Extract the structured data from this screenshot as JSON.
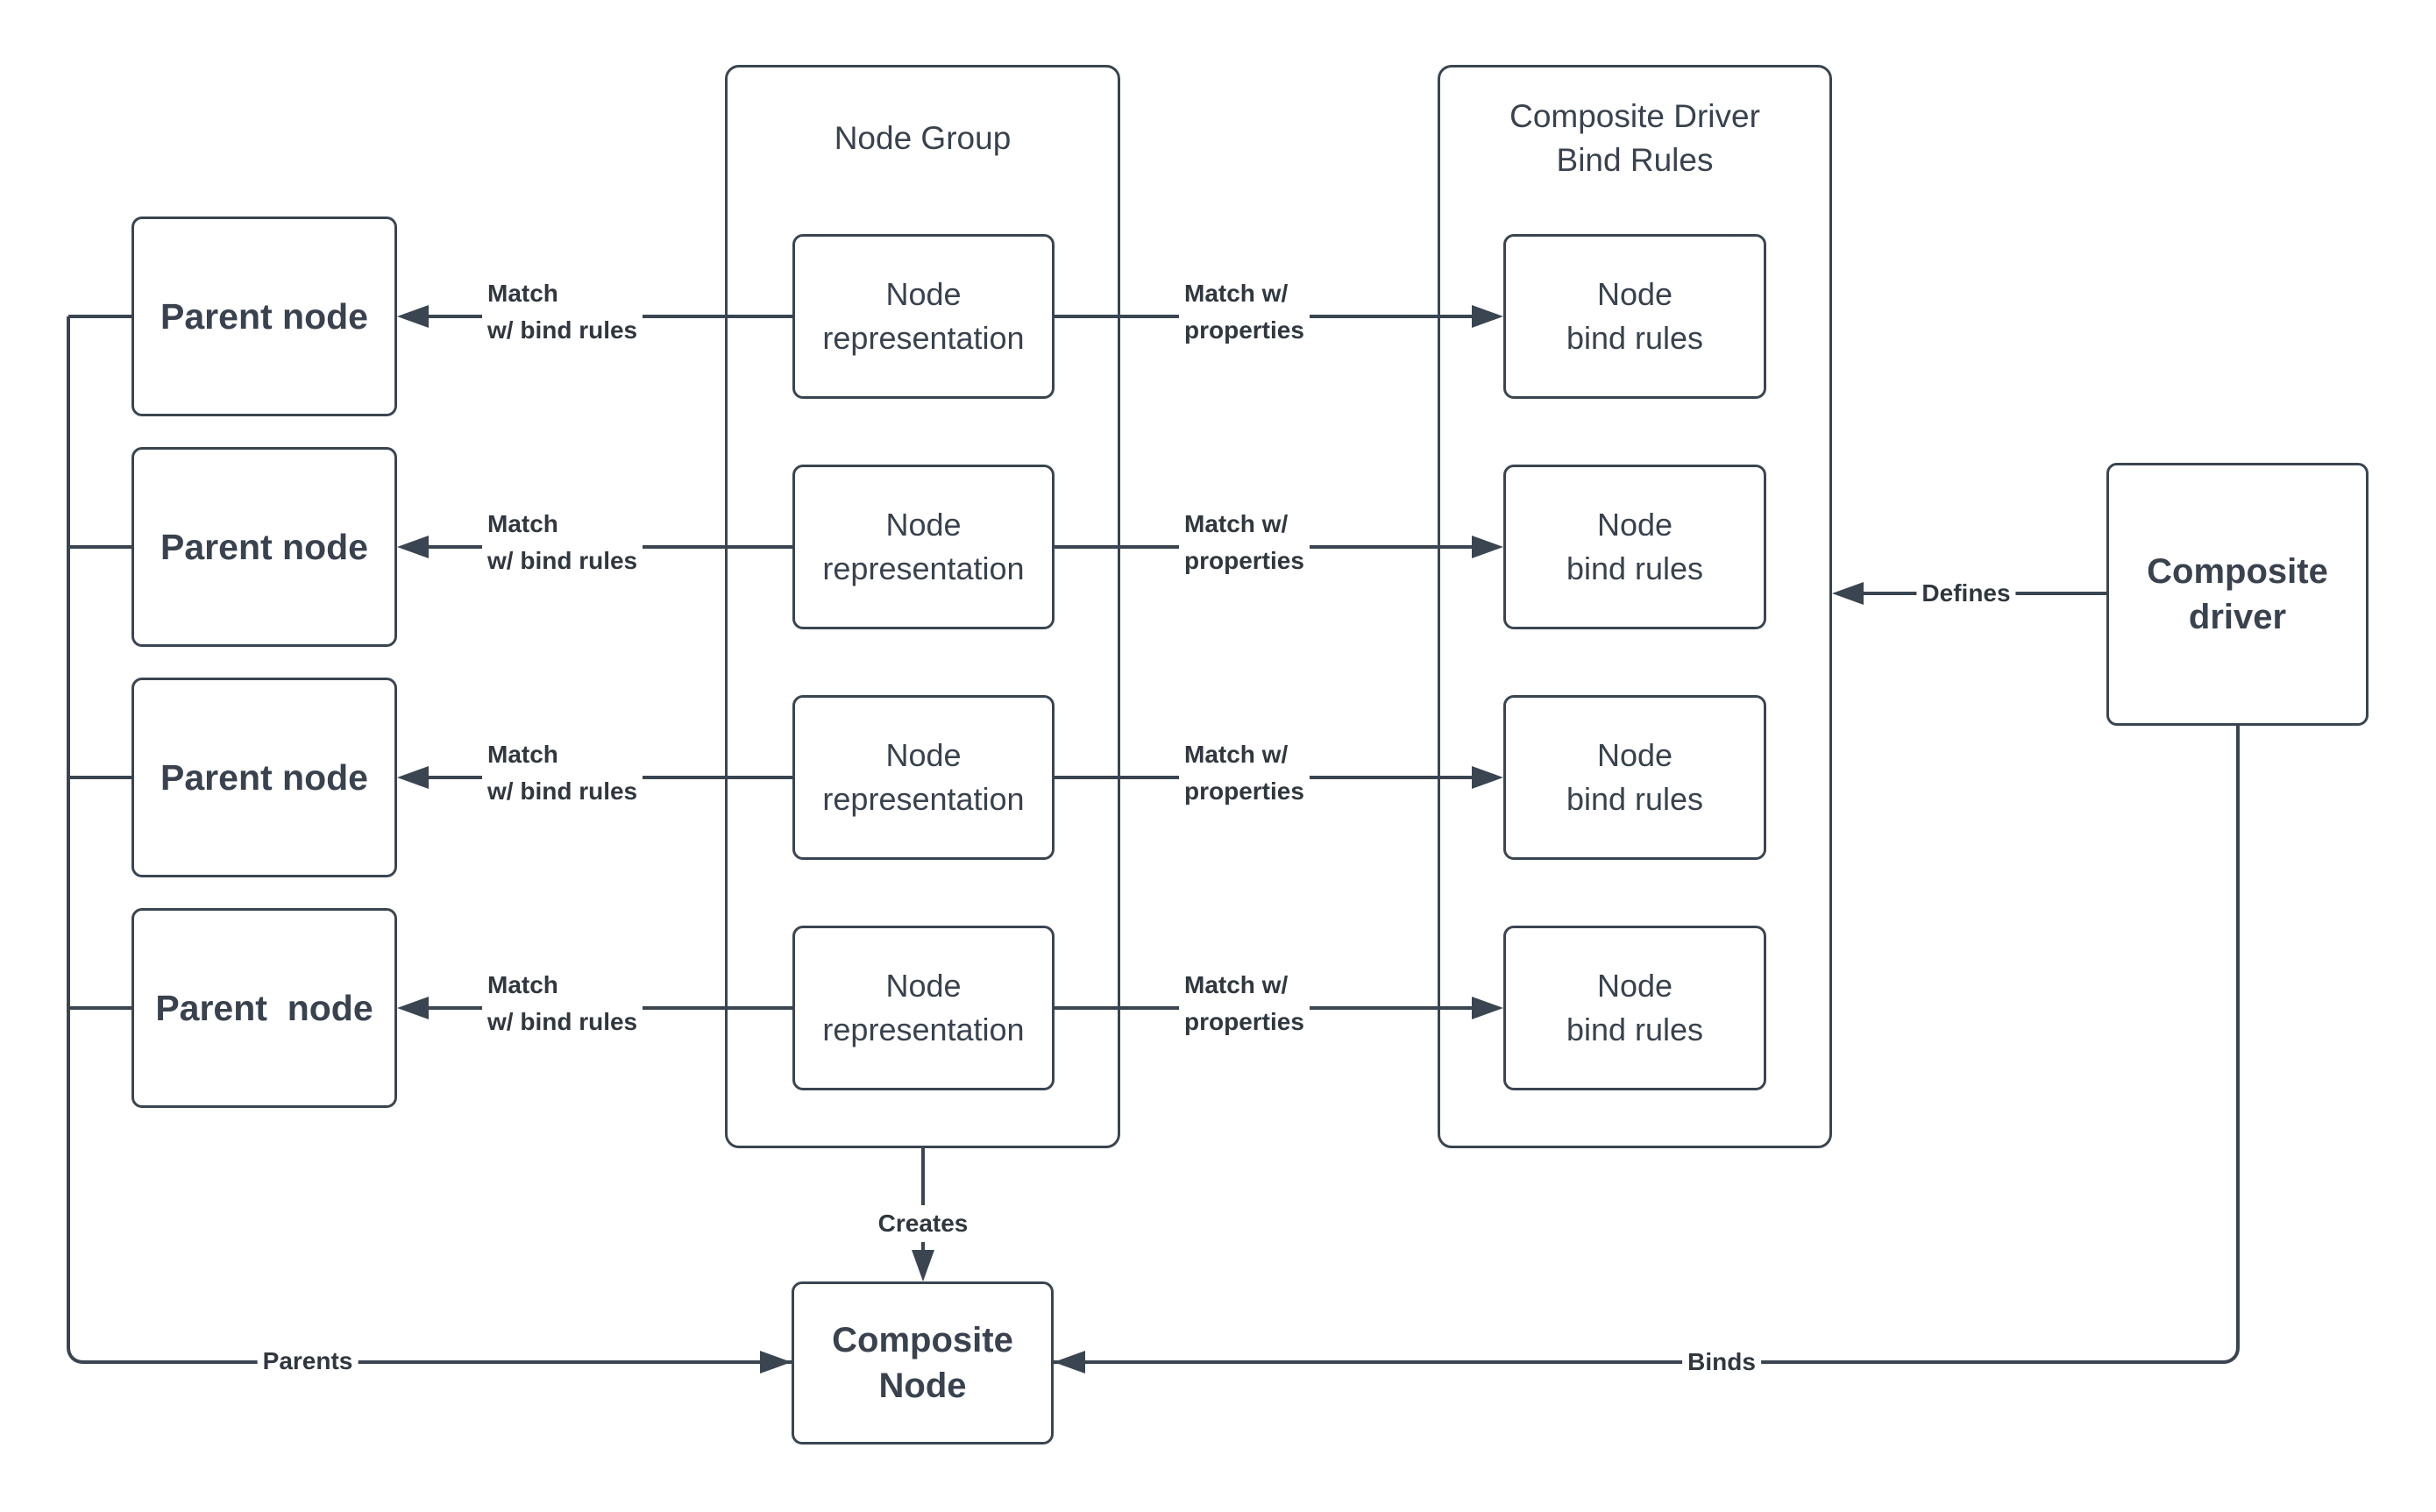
{
  "colors": {
    "stroke": "#3a4551",
    "box_text": "#39424e",
    "edge_label_text": "#30373f",
    "background": "#ffffff"
  },
  "node_group": {
    "title": "Node Group"
  },
  "bind_rules_group": {
    "title": "Composite Driver\nBind Rules"
  },
  "rows": [
    {
      "parent_label": "Parent node",
      "representation_label": "Node\nrepresentation",
      "bind_rules_label": "Node\nbind rules",
      "left_edge_label": "Match\nw/ bind rules",
      "right_edge_label": "Match w/\nproperties"
    },
    {
      "parent_label": "Parent node",
      "representation_label": "Node\nrepresentation",
      "bind_rules_label": "Node\nbind rules",
      "left_edge_label": "Match\nw/ bind rules",
      "right_edge_label": "Match w/\nproperties"
    },
    {
      "parent_label": "Parent node",
      "representation_label": "Node\nrepresentation",
      "bind_rules_label": "Node\nbind rules",
      "left_edge_label": "Match\nw/ bind rules",
      "right_edge_label": "Match w/\nproperties"
    },
    {
      "parent_label": "Parent  node",
      "representation_label": "Node\nrepresentation",
      "bind_rules_label": "Node\nbind rules",
      "left_edge_label": "Match\nw/ bind rules",
      "right_edge_label": "Match w/\nproperties"
    }
  ],
  "composite_driver": {
    "label": "Composite\ndriver"
  },
  "composite_node": {
    "label": "Composite\nNode"
  },
  "edge_labels": {
    "defines": "Defines",
    "creates": "Creates",
    "parents": "Parents",
    "binds": "Binds"
  }
}
